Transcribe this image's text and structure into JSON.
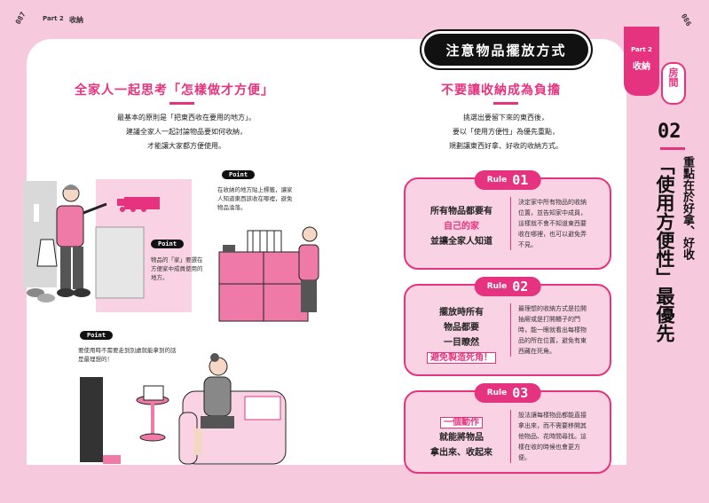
{
  "header": {
    "left_page_num": "087",
    "left_part": "Part 2",
    "left_section": "收納",
    "right_page_num": "086"
  },
  "side_tab": {
    "part": "Part 2",
    "label": "收納",
    "room_label": "房間"
  },
  "chapter": {
    "number": "02",
    "title_pre": "重點在於好拿、好收",
    "title_main": "「使用方便性」最優先"
  },
  "left_section": {
    "heading": "全家人一起思考「怎樣做才方便」",
    "lines": [
      "最基本的原則是「把東西收在要用的地方」。",
      "建議全家人一起討論物品要如何收納，",
      "才能讓大家都方便使用。"
    ]
  },
  "points": [
    {
      "tag": "Point",
      "lines": [
        "在收納的地方貼上標籤，讓家",
        "人知道東西該收在哪裡，避免",
        "物品淪落。"
      ]
    },
    {
      "tag": "Point",
      "lines": [
        "物品的「家」要選在",
        "方便家中成員使用的",
        "地方。"
      ]
    },
    {
      "tag": "Point",
      "lines": [
        "要使用時不需要走到別處就能拿到的話",
        "是最理想的！"
      ]
    }
  ],
  "right_section": {
    "pill_title": "注意物品擺放方式",
    "heading": "不要讓收納成為負擔",
    "lines": [
      "挑選出要留下來的東西後，",
      "要以「使用方便性」為優先重點，",
      "規劃讓東西好拿、好收的收納方式。"
    ]
  },
  "rules": [
    {
      "word": "Rule",
      "num": "01",
      "left": [
        "所有物品都要有",
        "自己的家",
        "並讓全家人知道"
      ],
      "right": [
        "決定家中所有物品的收納",
        "位置，並告知家中成員，",
        "這樣就不會不知道東西要",
        "收在哪裡，也可以避免弄",
        "不見。"
      ]
    },
    {
      "word": "Rule",
      "num": "02",
      "left": [
        "擺放時所有",
        "物品都要",
        "一目瞭然",
        "避免製造死角！"
      ],
      "right": [
        "最理想的收納方式是拉開",
        "抽屜或是打開櫃子的門",
        "時，能一眼就看出每樣物",
        "品的所在位置，避免有東",
        "西藏在死角。"
      ]
    },
    {
      "word": "Rule",
      "num": "03",
      "left": [
        "一個動作",
        "就能將物品",
        "拿出來、收起來"
      ],
      "right": [
        "設法讓每樣物品都能直接",
        "拿出來，而不需要移開其",
        "他物品、花時間尋找。這",
        "樣在收的時候也會更方",
        "便。"
      ]
    }
  ],
  "colors": {
    "accent": "#e6337f",
    "bg_pink": "#f7c9dc",
    "light_pink": "#f9d3e3"
  }
}
